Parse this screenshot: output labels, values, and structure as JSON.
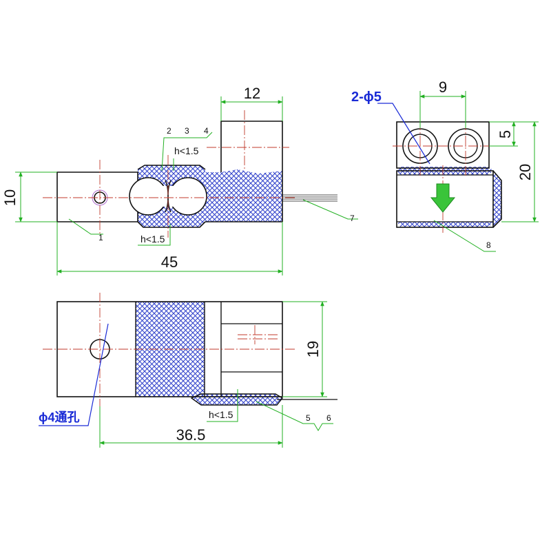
{
  "colors": {
    "outline": "#111111",
    "dimension": "#22b022",
    "centerline": "#c0392b",
    "hatch": "#3344cc",
    "callout": "#1a2bd6",
    "arrow": "#3ac43a"
  },
  "dimensions": {
    "width_12": "12",
    "height_10": "10",
    "length_45": "45",
    "spacing_9": "9",
    "offset_5": "5",
    "height_20": "20",
    "width_19": "19",
    "length_36_5": "36.5"
  },
  "notes": {
    "h_top": "h<1.5",
    "h_bottom": "h<1.5",
    "h_lower": "h<1.5"
  },
  "callouts": {
    "holes_label": "2-ϕ5",
    "through_hole_label": "ϕ4通孔"
  },
  "balloons": {
    "b1": "1",
    "b2": "2",
    "b3": "3",
    "b4": "4",
    "b5": "5",
    "b6": "6",
    "b7": "7",
    "b8": "8"
  },
  "icons": {
    "load_direction": "down-arrow-icon"
  }
}
